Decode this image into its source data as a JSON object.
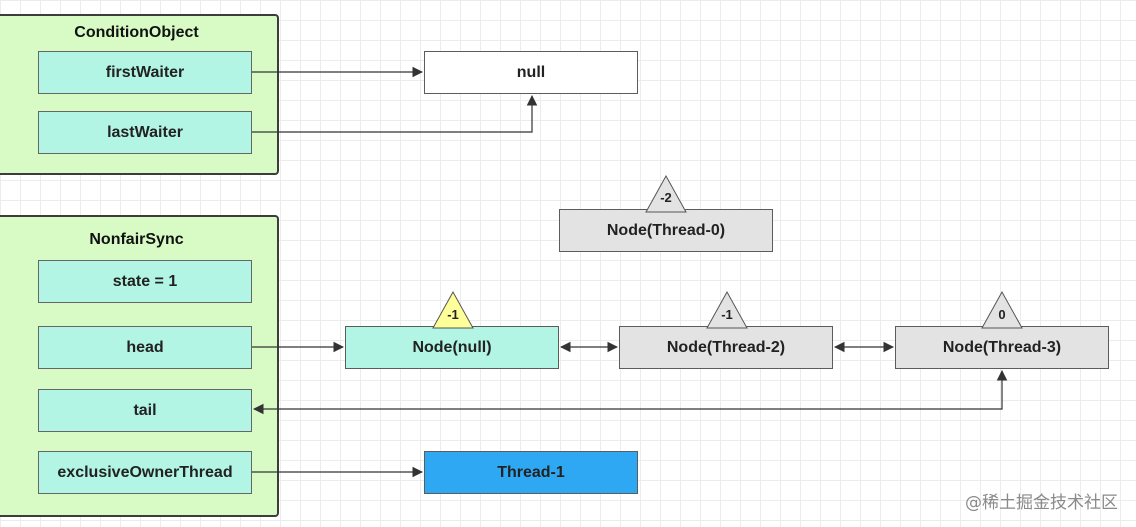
{
  "condition_object": {
    "title": "ConditionObject",
    "first_waiter": "firstWaiter",
    "last_waiter": "lastWaiter"
  },
  "nonfair_sync": {
    "title": "NonfairSync",
    "state": "state = 1",
    "head": "head",
    "tail": "tail",
    "exclusive_owner_thread": "exclusiveOwnerThread"
  },
  "nodes": {
    "null_box": "null",
    "thread0": {
      "label": "Node(Thread-0)",
      "status": "-2"
    },
    "head_node": {
      "label": "Node(null)",
      "status": "-1"
    },
    "thread2": {
      "label": "Node(Thread-2)",
      "status": "-1"
    },
    "thread3": {
      "label": "Node(Thread-3)",
      "status": "0"
    },
    "owner": "Thread-1"
  },
  "colors": {
    "panel_bg": "#d8fbc6",
    "field_bg": "#b3f5e4",
    "node_gray": "#e3e3e3",
    "owner_blue": "#2fa8f4",
    "triangle_yellow": "#ffff99",
    "triangle_gray": "#e3e3e3"
  },
  "watermark": "@稀土掘金技术社区"
}
